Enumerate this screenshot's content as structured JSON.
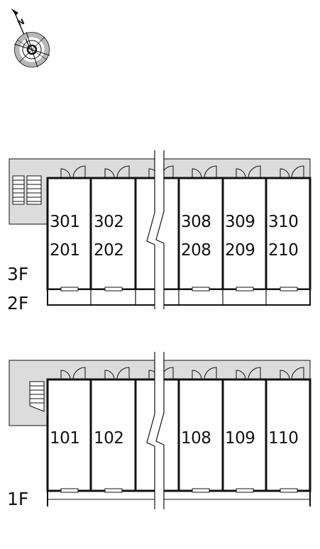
{
  "compass": {
    "north_letter": "N",
    "icon": "compass-rose-icon"
  },
  "colors": {
    "corridor": "#dcdcdc",
    "wall": "#111111",
    "background": "#ffffff"
  },
  "upper_block": {
    "floor_labels": [
      "3F",
      "2F"
    ],
    "rooms_top_row": [
      "301",
      "302",
      "308",
      "309",
      "310"
    ],
    "rooms_bottom_row": [
      "201",
      "202",
      "208",
      "209",
      "210"
    ]
  },
  "lower_block": {
    "floor_labels": [
      "1F"
    ],
    "rooms": [
      "101",
      "102",
      "108",
      "109",
      "110"
    ]
  }
}
